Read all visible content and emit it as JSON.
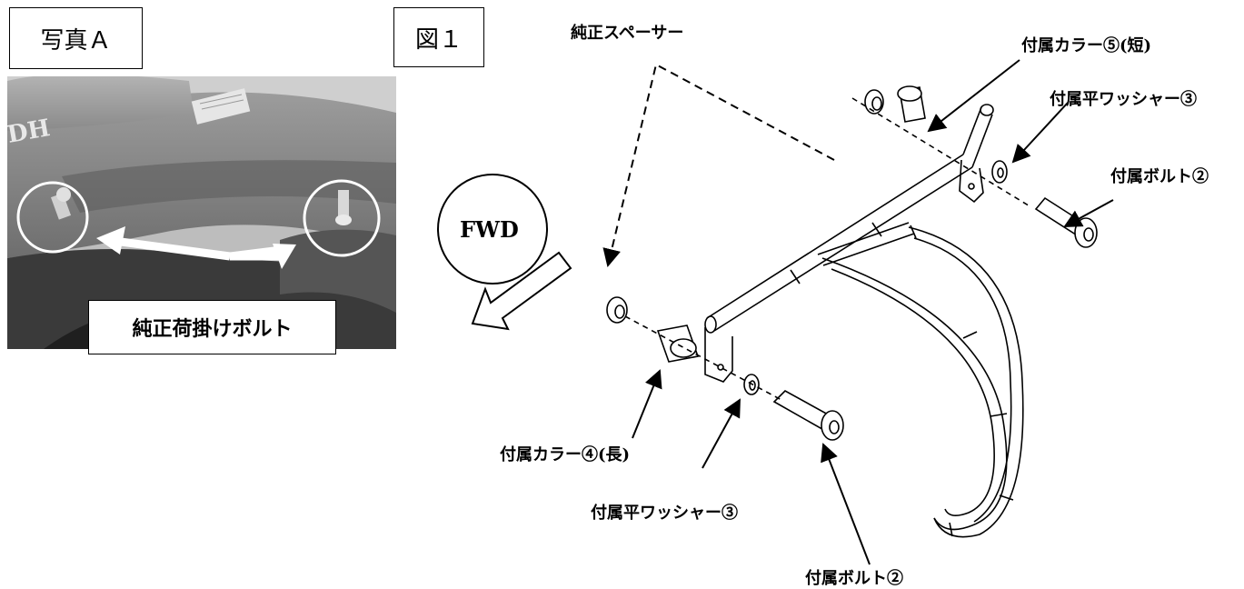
{
  "photo": {
    "title": "写真Ａ",
    "callout": "純正荷掛けボルト",
    "logo_fragment": "DH"
  },
  "figure": {
    "title": "図１",
    "fwd": "FWD"
  },
  "labels": {
    "stock_spacer": "純正スペーサー",
    "collar_short": "付属カラー⑤(短)",
    "washer_top": "付属平ワッシャー③",
    "bolt_top": "付属ボルト②",
    "collar_long": "付属カラー④(長)",
    "washer_bottom": "付属平ワッシャー③",
    "bolt_bottom": "付属ボルト②"
  }
}
